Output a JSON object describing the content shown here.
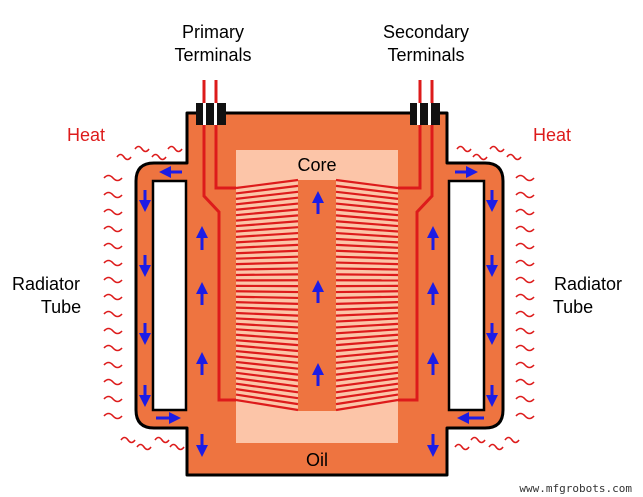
{
  "labels": {
    "primary_top": "Primary",
    "primary_bottom": "Terminals",
    "secondary_top": "Secondary",
    "secondary_bottom": "Terminals",
    "heat_left": "Heat",
    "heat_right": "Heat",
    "radiator_left_top": "Radiator",
    "radiator_left_bottom": "Tube",
    "radiator_right_top": "Radiator",
    "radiator_right_bottom": "Tube",
    "core": "Core",
    "oil": "Oil",
    "watermark": "www.mfgrobots.com"
  },
  "colors": {
    "oil": "#ee7440",
    "core": "#fcc5a8",
    "winding": "#dd1b1b",
    "arrow": "#1c1ce6",
    "heat": "#dd1b1b",
    "outline": "#000000"
  },
  "icons": {
    "flow_arrow": "oil-flow-arrow-icon",
    "heat_wave": "heat-wave-icon",
    "bushing": "terminal-bushing-icon"
  }
}
